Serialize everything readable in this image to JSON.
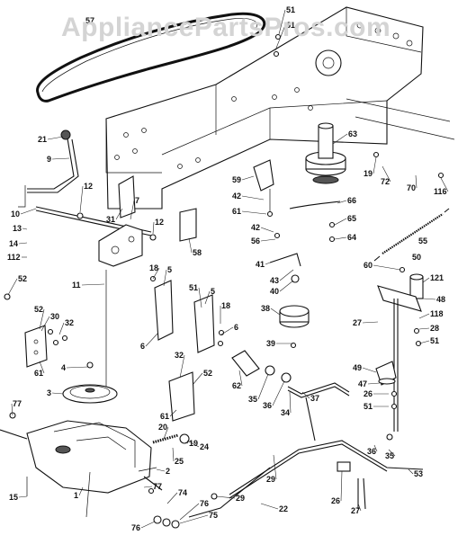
{
  "watermark": "AppliancePartsPros.com",
  "callouts": [
    {
      "id": "c57",
      "text": "57"
    },
    {
      "id": "c51a",
      "text": "51"
    },
    {
      "id": "c51b",
      "text": "51"
    },
    {
      "id": "c21",
      "text": "21"
    },
    {
      "id": "c9",
      "text": "9"
    },
    {
      "id": "c63",
      "text": "63"
    },
    {
      "id": "c19",
      "text": "19"
    },
    {
      "id": "c72",
      "text": "72"
    },
    {
      "id": "c70",
      "text": "70"
    },
    {
      "id": "c116",
      "text": "116"
    },
    {
      "id": "c59",
      "text": "59"
    },
    {
      "id": "c42a",
      "text": "42"
    },
    {
      "id": "c61a",
      "text": "61"
    },
    {
      "id": "c66",
      "text": "66"
    },
    {
      "id": "c10",
      "text": "10"
    },
    {
      "id": "c12a",
      "text": "12"
    },
    {
      "id": "c31",
      "text": "31"
    },
    {
      "id": "c7",
      "text": "7"
    },
    {
      "id": "c12b",
      "text": "12"
    },
    {
      "id": "c58",
      "text": "58"
    },
    {
      "id": "c42b",
      "text": "42"
    },
    {
      "id": "c56",
      "text": "56"
    },
    {
      "id": "c65",
      "text": "65"
    },
    {
      "id": "c64",
      "text": "64"
    },
    {
      "id": "c55",
      "text": "55"
    },
    {
      "id": "c13",
      "text": "13"
    },
    {
      "id": "c14",
      "text": "14"
    },
    {
      "id": "c112",
      "text": "112"
    },
    {
      "id": "c41",
      "text": "41"
    },
    {
      "id": "c43",
      "text": "43"
    },
    {
      "id": "c40",
      "text": "40"
    },
    {
      "id": "c60",
      "text": "60"
    },
    {
      "id": "c50",
      "text": "50"
    },
    {
      "id": "c121",
      "text": "121"
    },
    {
      "id": "c52a",
      "text": "52"
    },
    {
      "id": "c11",
      "text": "11"
    },
    {
      "id": "c18a",
      "text": "18"
    },
    {
      "id": "c5a",
      "text": "5"
    },
    {
      "id": "c51c",
      "text": "51"
    },
    {
      "id": "c5b",
      "text": "5"
    },
    {
      "id": "c18b",
      "text": "18"
    },
    {
      "id": "c48",
      "text": "48"
    },
    {
      "id": "c52b",
      "text": "52"
    },
    {
      "id": "c30",
      "text": "30"
    },
    {
      "id": "c32a",
      "text": "32"
    },
    {
      "id": "c6a",
      "text": "6"
    },
    {
      "id": "c6b",
      "text": "6"
    },
    {
      "id": "c38",
      "text": "38"
    },
    {
      "id": "c118",
      "text": "118"
    },
    {
      "id": "c27a",
      "text": "27"
    },
    {
      "id": "c28",
      "text": "28"
    },
    {
      "id": "c51d",
      "text": "51"
    },
    {
      "id": "c61b",
      "text": "61"
    },
    {
      "id": "c39",
      "text": "39"
    },
    {
      "id": "c4",
      "text": "4"
    },
    {
      "id": "c32b",
      "text": "32"
    },
    {
      "id": "c52c",
      "text": "52"
    },
    {
      "id": "c49",
      "text": "49"
    },
    {
      "id": "c47",
      "text": "47"
    },
    {
      "id": "c62",
      "text": "62"
    },
    {
      "id": "c35a",
      "text": "35"
    },
    {
      "id": "c36a",
      "text": "36"
    },
    {
      "id": "c37",
      "text": "37"
    },
    {
      "id": "c26a",
      "text": "26"
    },
    {
      "id": "c51e",
      "text": "51"
    },
    {
      "id": "c3",
      "text": "3"
    },
    {
      "id": "c61c",
      "text": "61"
    },
    {
      "id": "c34",
      "text": "34"
    },
    {
      "id": "c77a",
      "text": "77"
    },
    {
      "id": "c20",
      "text": "20"
    },
    {
      "id": "c19b",
      "text": "19"
    },
    {
      "id": "c24",
      "text": "24"
    },
    {
      "id": "c29a",
      "text": "29"
    },
    {
      "id": "c36b",
      "text": "36"
    },
    {
      "id": "c35b",
      "text": "35"
    },
    {
      "id": "c25",
      "text": "25"
    },
    {
      "id": "c2",
      "text": "2"
    },
    {
      "id": "c53",
      "text": "53"
    },
    {
      "id": "c77b",
      "text": "77"
    },
    {
      "id": "c74",
      "text": "74"
    },
    {
      "id": "c26b",
      "text": "26"
    },
    {
      "id": "c15",
      "text": "15"
    },
    {
      "id": "c1",
      "text": "1"
    },
    {
      "id": "c29b",
      "text": "29"
    },
    {
      "id": "c22",
      "text": "22"
    },
    {
      "id": "c76a",
      "text": "76"
    },
    {
      "id": "c75",
      "text": "75"
    },
    {
      "id": "c76b",
      "text": "76"
    },
    {
      "id": "c27b",
      "text": "27"
    }
  ]
}
